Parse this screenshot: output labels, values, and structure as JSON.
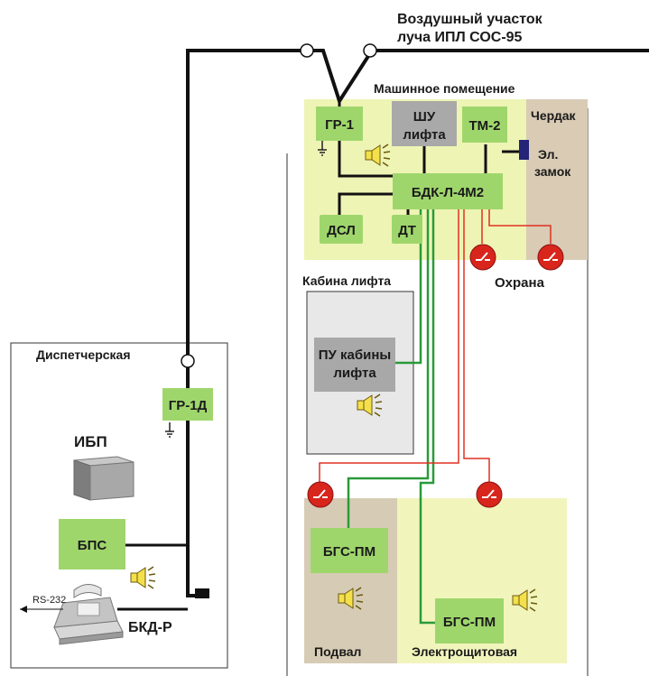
{
  "title": {
    "line1": "Воздушный участок",
    "line2": "луча ИПЛ СОС-95"
  },
  "zones": {
    "machine_room": "Машинное помещение",
    "attic": "Чердак",
    "cabin": "Кабина лифта",
    "dispatcher": "Диспетчерская",
    "basement": "Подвал",
    "switchboard": "Электрощитовая",
    "security": "Охрана"
  },
  "devices": {
    "gr1": "ГР-1",
    "shu_line1": "ШУ",
    "shu_line2": "лифта",
    "tm2": "ТМ-2",
    "lock_line1": "Эл.",
    "lock_line2": "замок",
    "bdk": "БДК-Л-4М2",
    "dsl": "ДСЛ",
    "dt": "ДТ",
    "pu_line1": "ПУ кабины",
    "pu_line2": "лифта",
    "gr1d": "ГР-1Д",
    "ibp": "ИБП",
    "bps": "БПС",
    "bkd": "БКД-Р",
    "rs232": "RS-232",
    "bgs_basement": "БГС-ПМ",
    "bgs_switch": "БГС-ПМ"
  },
  "colors": {
    "device_green": "#9fd66c",
    "machine_zone": "#eef4b4",
    "attic_zone": "#d9cbb4",
    "cabin_zone": "#e8e8e8",
    "pu_box": "#a8a8a8",
    "shu_box": "#a9a9a9",
    "basement_zone": "#d6cbb4",
    "switch_zone": "#f1f5bc",
    "green_wire": "#2a9a3a",
    "red_wire": "#e03020",
    "sensor_red": "#d8261c"
  }
}
